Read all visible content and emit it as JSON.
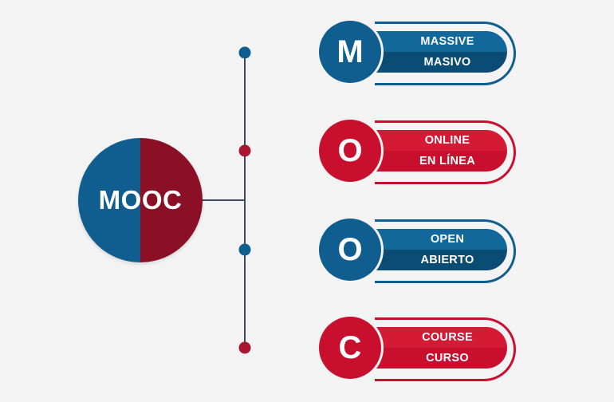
{
  "hub": {
    "label": "MOOC",
    "color_left": "#0f5e8f",
    "color_right": "#8b1025"
  },
  "colors": {
    "line": "#3d4a5c",
    "blue": "#0f5e8f",
    "blue_dark": "#0b4c74",
    "blue_mid": "#12689b",
    "red": "#c8102e",
    "red_dark": "#8b1025",
    "red_mid": "#d41a34"
  },
  "items": [
    {
      "letter": "M",
      "line1": "MASSIVE",
      "line2": "MASIVO",
      "theme": "blue"
    },
    {
      "letter": "O",
      "line1": "ONLINE",
      "line2": "EN LÍNEA",
      "theme": "red"
    },
    {
      "letter": "O",
      "line1": "OPEN",
      "line2": "ABIERTO",
      "theme": "blue"
    },
    {
      "letter": "C",
      "line1": "COURSE",
      "line2": "CURSO",
      "theme": "red"
    }
  ]
}
